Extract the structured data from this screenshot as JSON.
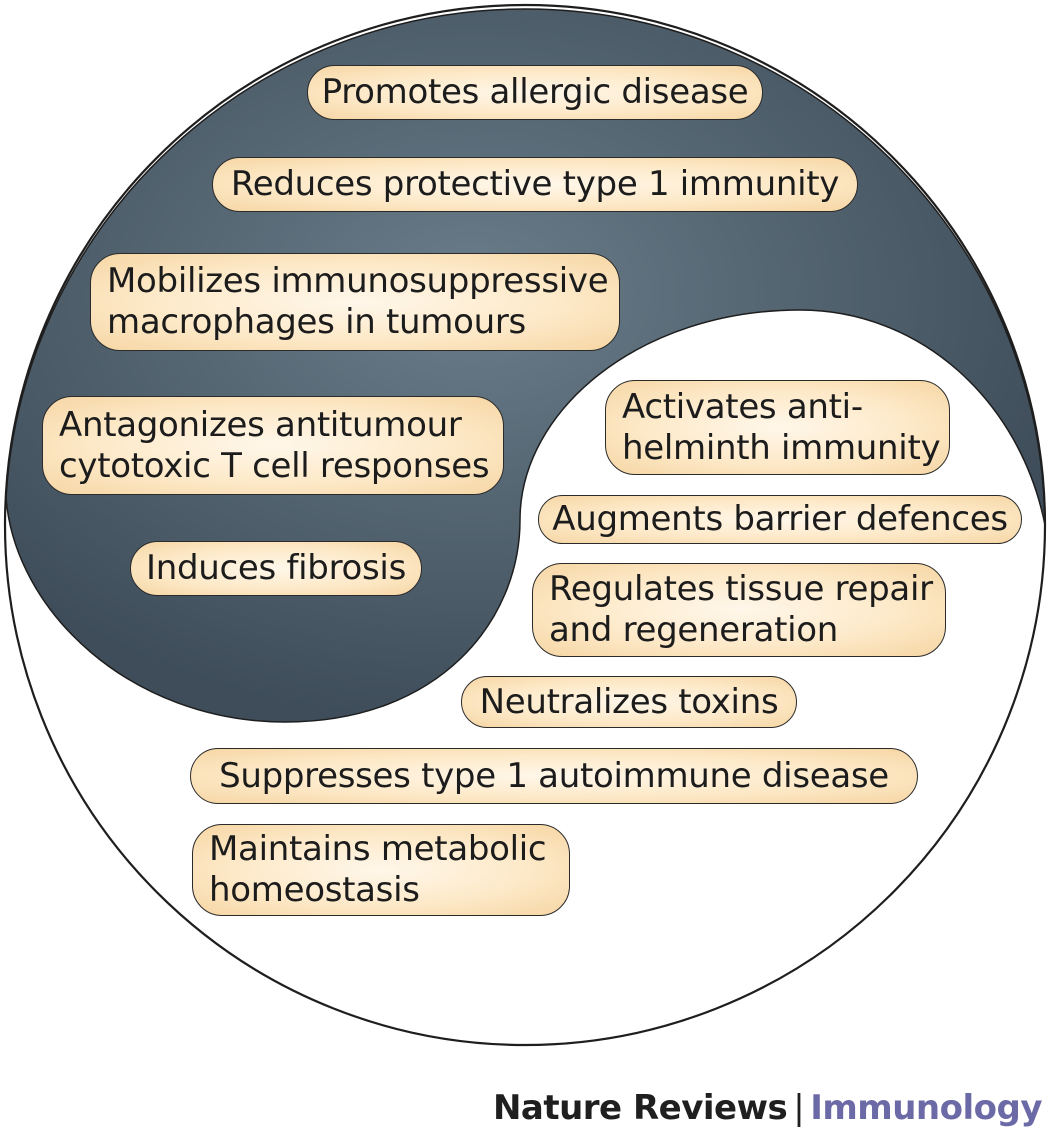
{
  "colors": {
    "dark_region": "#3e4d59",
    "dark_region_highlight": "#6a7d8a",
    "light_region": "#ffffff",
    "outline": "#1e1e1e",
    "pill_fill": "#fde9c8",
    "footer_section": "#6c6aa6"
  },
  "dark_region": {
    "items": [
      {
        "lines": [
          "Promotes allergic disease"
        ]
      },
      {
        "lines": [
          "Reduces protective type 1 immunity"
        ]
      },
      {
        "lines": [
          "Mobilizes immunosuppressive",
          "macrophages in tumours"
        ]
      },
      {
        "lines": [
          "Antagonizes antitumour",
          "cytotoxic T cell responses"
        ]
      },
      {
        "lines": [
          "Induces fibrosis"
        ]
      }
    ]
  },
  "light_region": {
    "items": [
      {
        "lines": [
          "Activates anti-",
          "helminth immunity"
        ]
      },
      {
        "lines": [
          "Augments barrier defences"
        ]
      },
      {
        "lines": [
          "Regulates tissue repair",
          "and regeneration"
        ]
      },
      {
        "lines": [
          "Neutralizes toxins"
        ]
      },
      {
        "lines": [
          "Suppresses type 1 autoimmune disease"
        ]
      },
      {
        "lines": [
          "Maintains metabolic",
          "homeostasis"
        ]
      }
    ]
  },
  "footer": {
    "journal": "Nature Reviews",
    "separator": "|",
    "section": "Immunology"
  }
}
